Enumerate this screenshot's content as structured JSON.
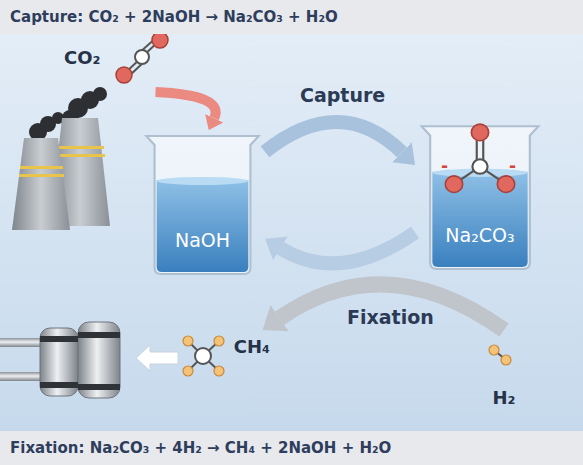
{
  "diagram": {
    "title": "Capture: CO₂ + 2NaOH → Na₂CO₃ + H₂O",
    "caption": "Fixation: Na₂CO₃ + 4H₂ → CH₄ + 2NaOH + H₂O",
    "nodes": [
      {
        "text": [
          "CO₂"
        ]
      },
      {
        "text": [
          "NaOH"
        ]
      },
      {
        "text": [
          "Na₂CO₃"
        ]
      },
      {
        "text": [
          "H₂"
        ]
      },
      {
        "text": [
          "CH₄"
        ]
      }
    ],
    "edges": [
      {
        "from": 0,
        "to": 1,
        "arrow": "to"
      },
      {
        "from": 1,
        "to": 2,
        "label": "Capture",
        "arrow": "to"
      },
      {
        "from": 2,
        "to": 1,
        "arrow": "to"
      },
      {
        "from": 3,
        "to": 4,
        "label": "Fixation",
        "arrow": "to"
      }
    ],
    "labels": [
      "-",
      "-"
    ]
  }
}
